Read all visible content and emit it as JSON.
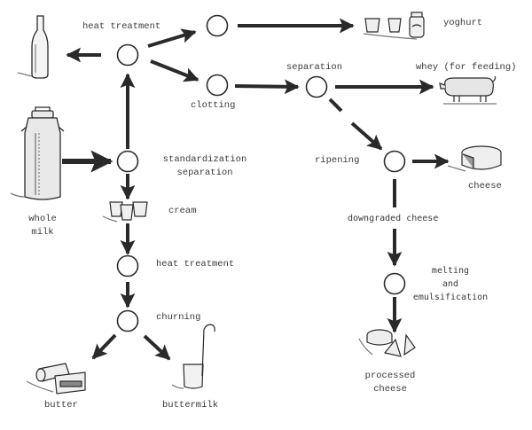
{
  "title": "Milk processing flow diagram",
  "nodes": {
    "heat_treatment_top": {
      "label": "heat treatment"
    },
    "yoghurt_step": {
      "label": ""
    },
    "clotting": {
      "label": "clotting"
    },
    "separation_whey": {
      "label": "separation"
    },
    "ripening": {
      "label": "ripening"
    },
    "standardization": {
      "label_line1": "standardization",
      "label_line2": "separation"
    },
    "downgraded": {
      "label": "downgraded cheese"
    },
    "melting": {
      "label_line1": "melting",
      "label_line2": "and",
      "label_line3": "emulsification"
    },
    "heat_treatment_cream": {
      "label": "heat treatment"
    },
    "churning": {
      "label": "churning"
    }
  },
  "products": {
    "bottled_milk": {
      "label": ""
    },
    "yoghurt": {
      "label": "yoghurt"
    },
    "whey": {
      "label": "whey (for feeding)"
    },
    "cheese": {
      "label": "cheese"
    },
    "whole_milk": {
      "label_line1": "whole",
      "label_line2": "milk"
    },
    "cream": {
      "label": "cream"
    },
    "processed_cheese": {
      "label_line1": "processed",
      "label_line2": "cheese"
    },
    "butter": {
      "label": "butter"
    },
    "buttermilk": {
      "label": "buttermilk"
    }
  },
  "colors": {
    "ink": "#2a2a2a",
    "text": "#3a3a3a",
    "background": "#ffffff"
  }
}
